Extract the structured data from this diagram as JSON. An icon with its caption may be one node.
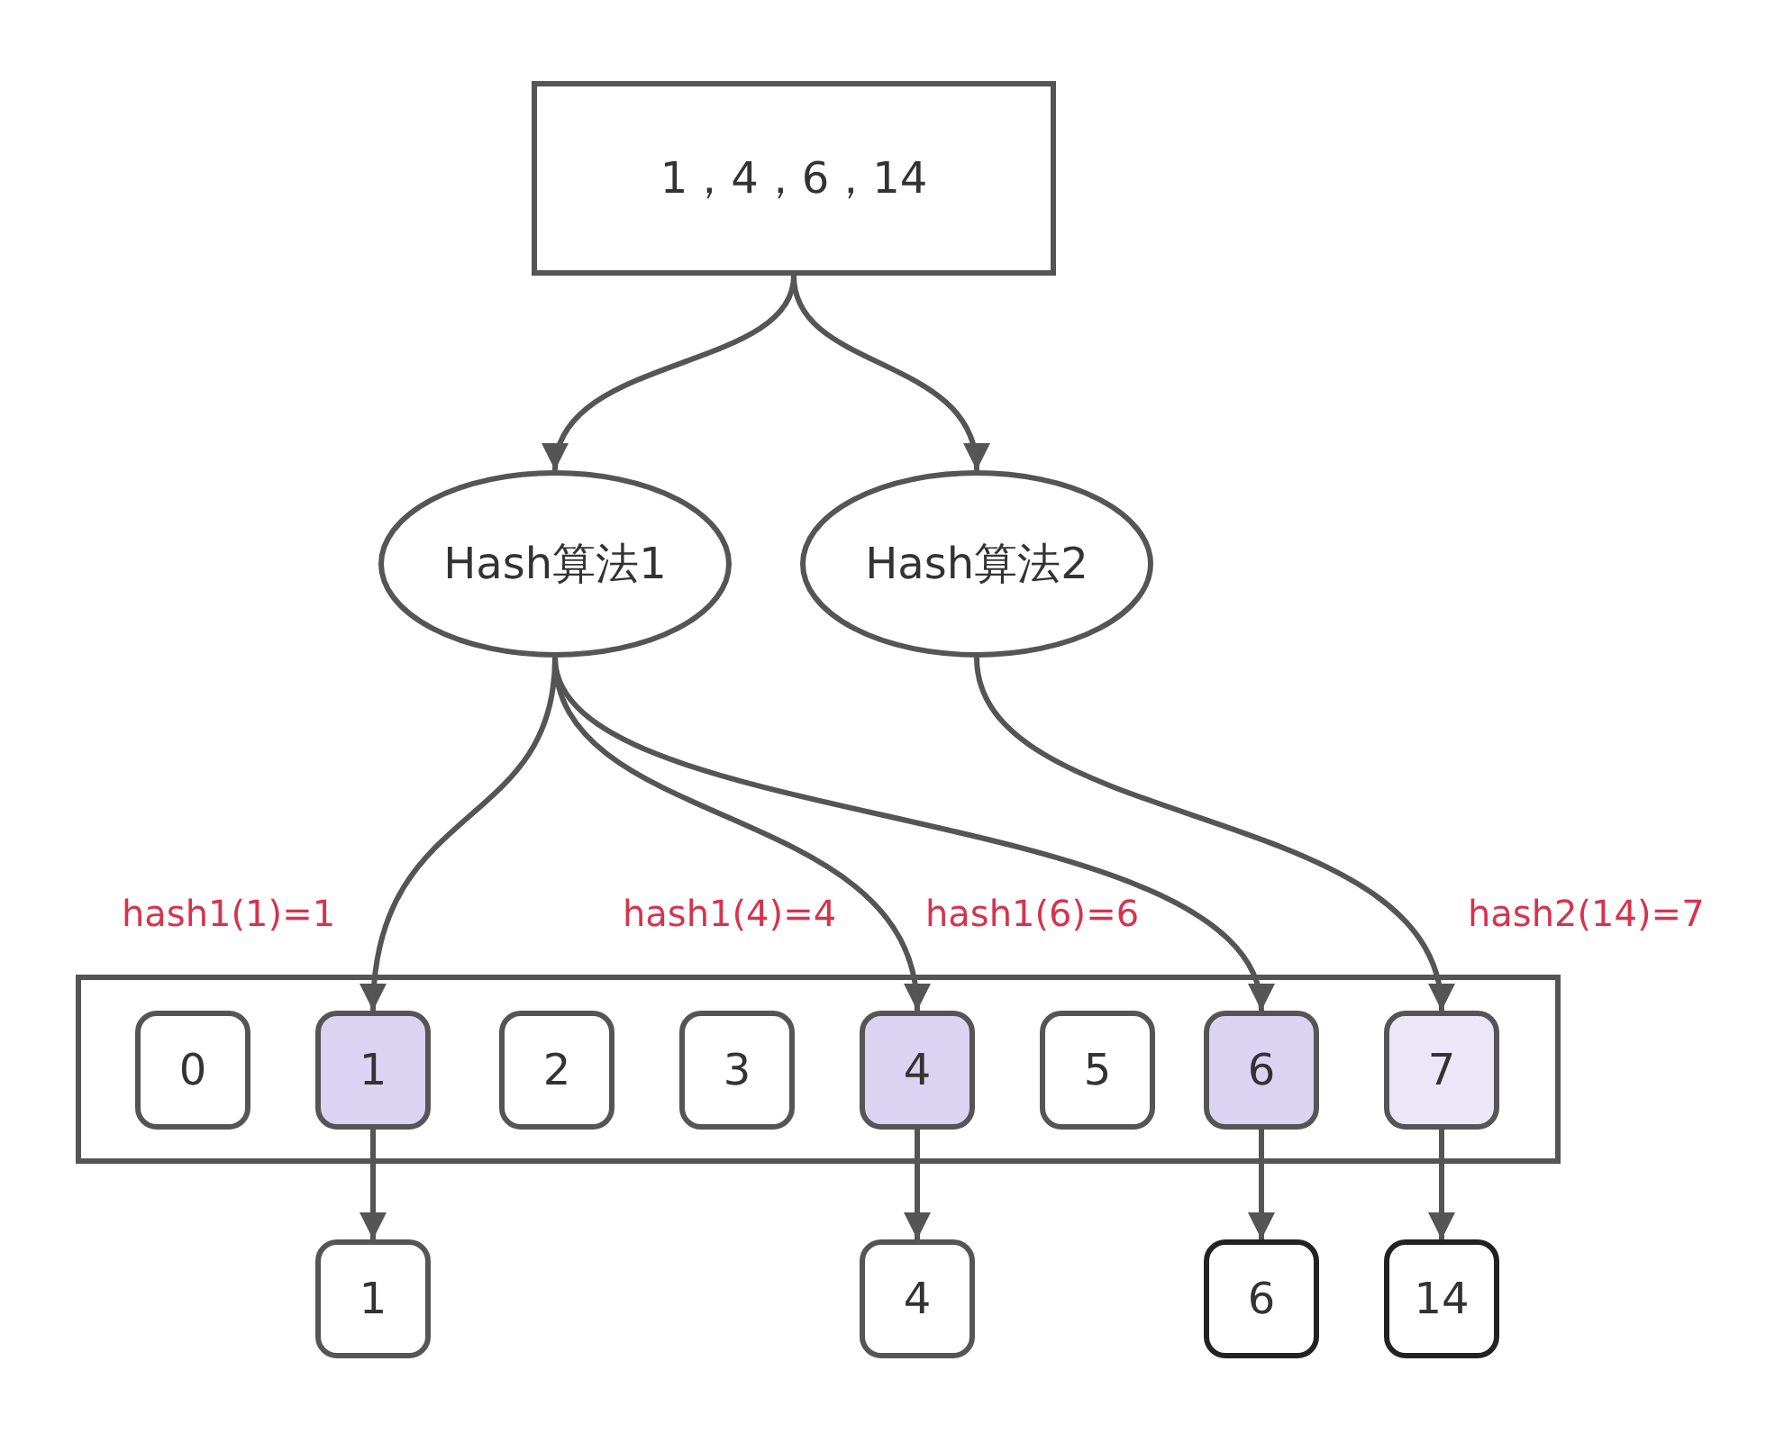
{
  "diagram": {
    "nodes": [
      {
        "text": [
          "1，4，6，14"
        ]
      },
      {
        "text": [
          "Hash算法1"
        ]
      },
      {
        "text": [
          "Hash算法2"
        ]
      },
      {
        "text": [],
        "shape": "box"
      },
      {
        "text": [
          "0"
        ],
        "in": 3
      },
      {
        "text": [
          "1"
        ],
        "in": 3
      },
      {
        "text": [
          "2"
        ],
        "in": 3
      },
      {
        "text": [
          "3"
        ],
        "in": 3
      },
      {
        "text": [
          "4"
        ],
        "in": 3
      },
      {
        "text": [
          "5"
        ],
        "in": 3
      },
      {
        "text": [
          "6"
        ],
        "in": 3
      },
      {
        "text": [
          "7"
        ],
        "in": 3
      },
      {
        "text": [
          "1"
        ]
      },
      {
        "text": [
          "4"
        ]
      },
      {
        "text": [
          "6"
        ]
      },
      {
        "text": [
          "14"
        ]
      }
    ],
    "edges": [
      {
        "from": 0,
        "to": 1,
        "arrow": "to"
      },
      {
        "from": 0,
        "to": 2,
        "arrow": "to"
      },
      {
        "from": 1,
        "to": 5,
        "arrow": "to",
        "label": "hash1(1)=1"
      },
      {
        "from": 1,
        "to": 8,
        "arrow": "to",
        "label": "hash1(4)=4"
      },
      {
        "from": 1,
        "to": 10,
        "arrow": "to",
        "label": "hash1(6)=6"
      },
      {
        "from": 2,
        "to": 11,
        "arrow": "to",
        "label": "hash2(14)=7"
      },
      {
        "from": 5,
        "to": 12,
        "arrow": "to"
      },
      {
        "from": 8,
        "to": 13,
        "arrow": "to"
      },
      {
        "from": 10,
        "to": 14,
        "arrow": "to"
      },
      {
        "from": 11,
        "to": 15,
        "arrow": "to"
      }
    ]
  }
}
